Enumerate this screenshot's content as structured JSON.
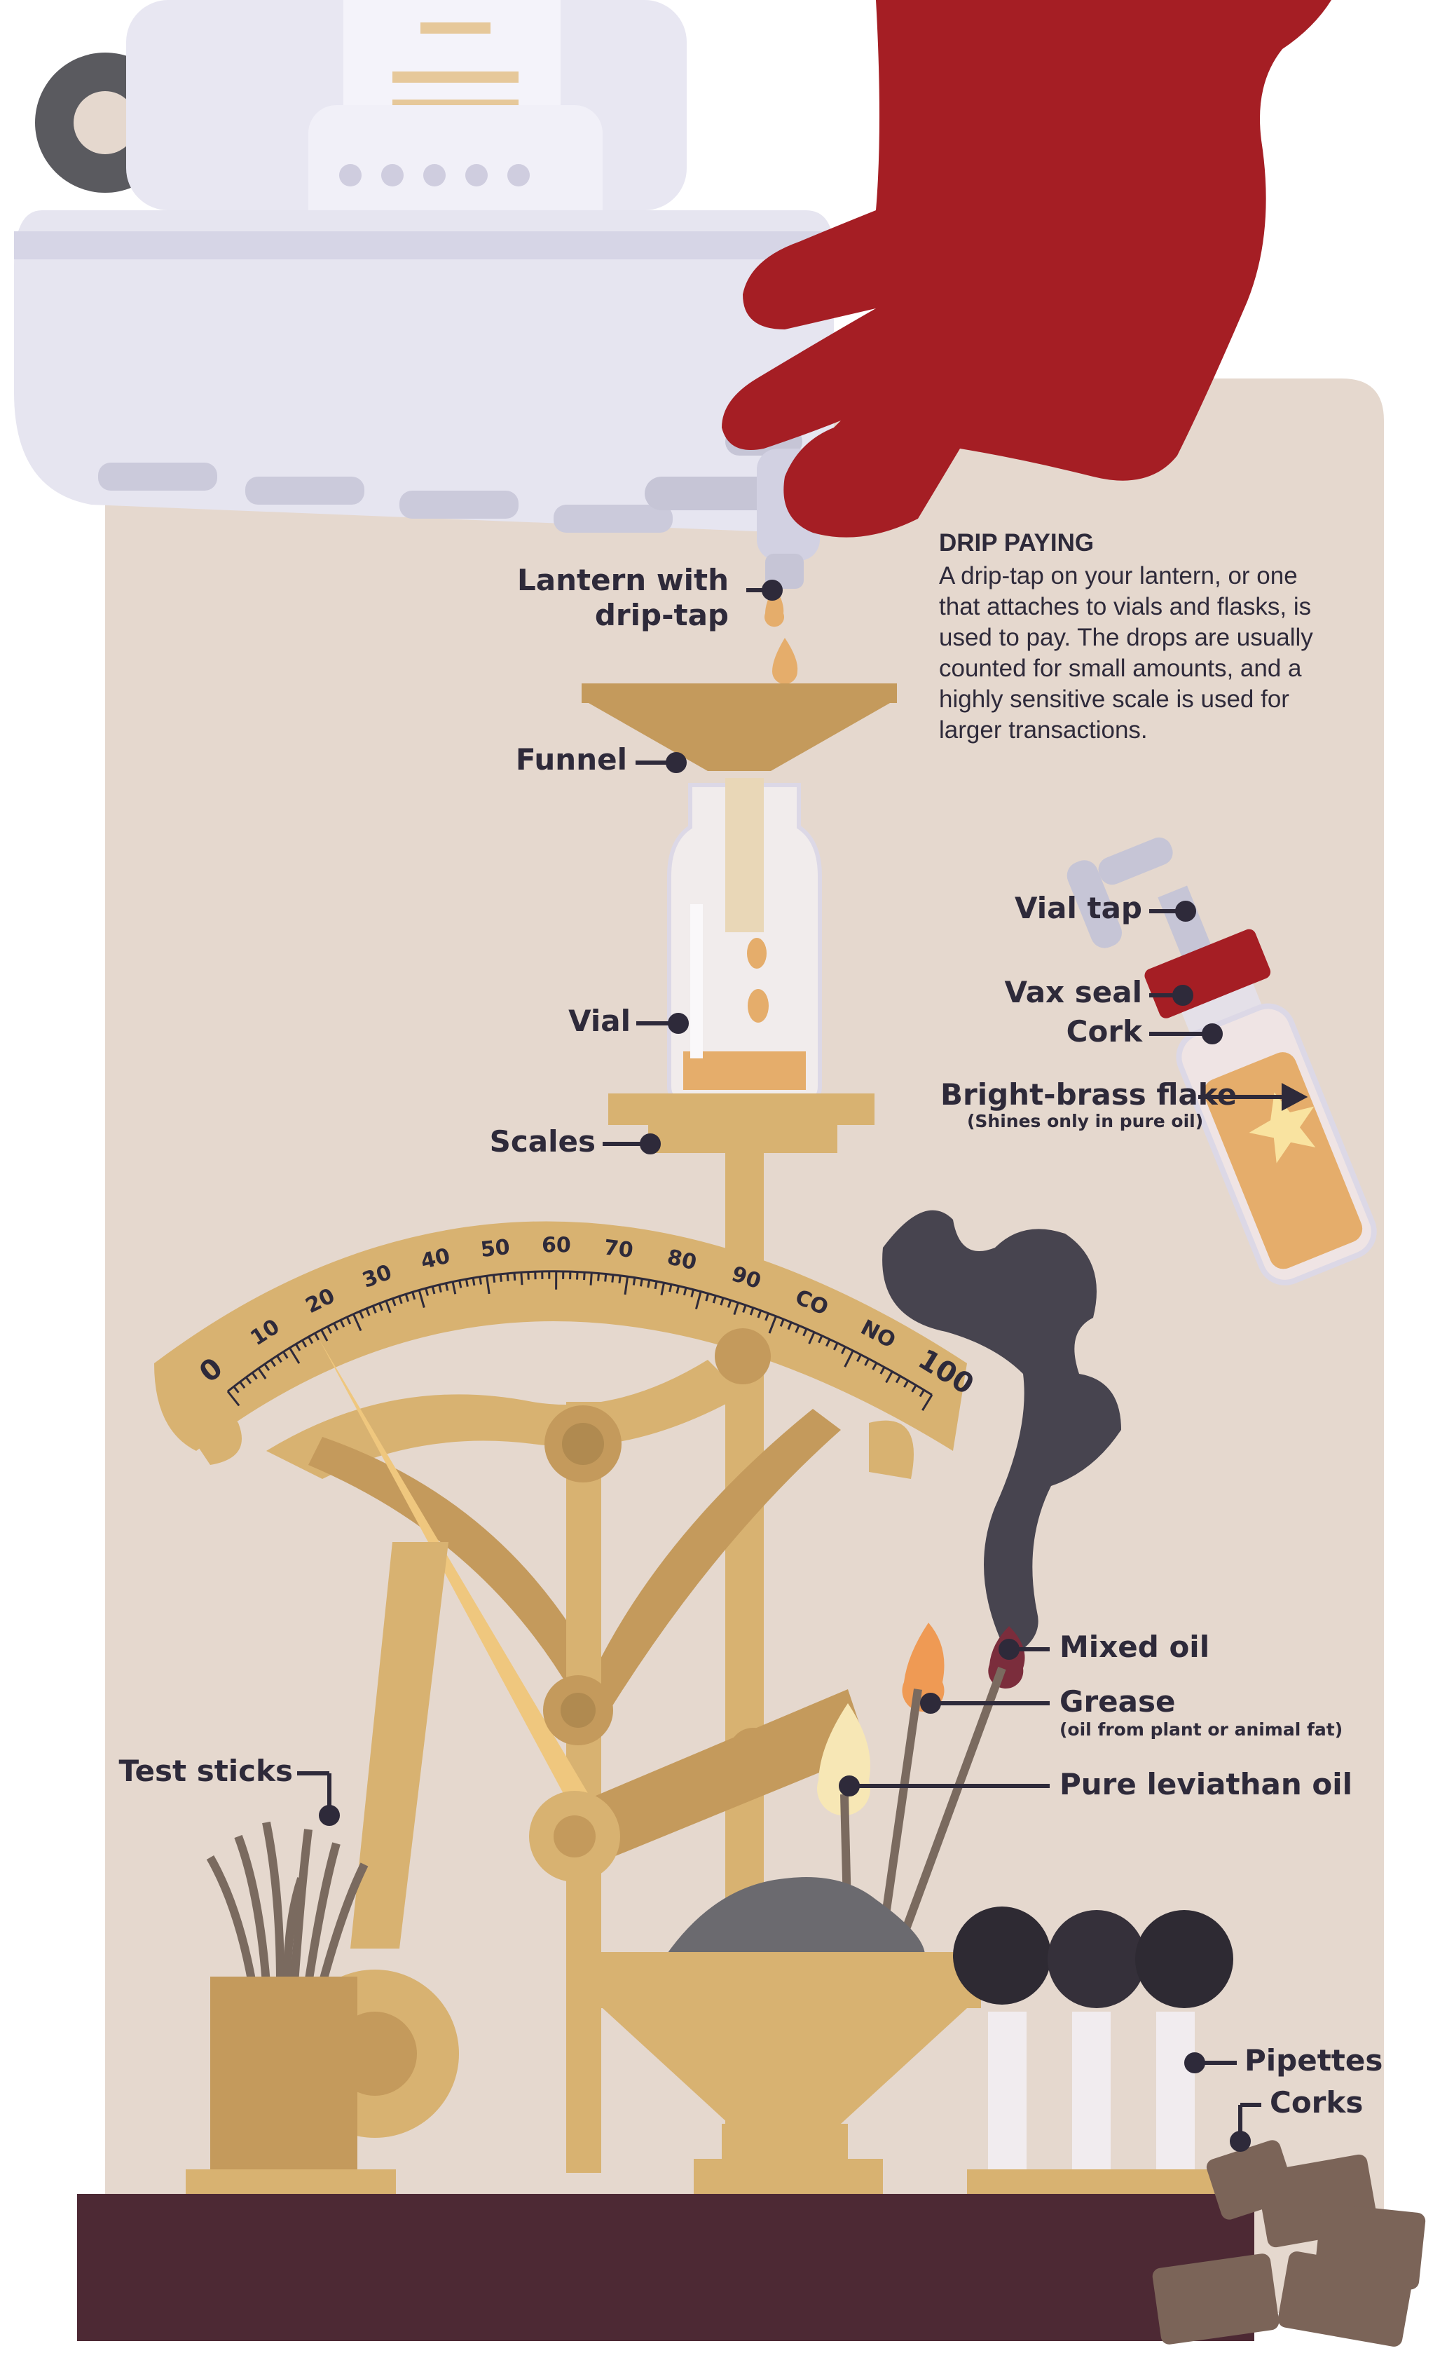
{
  "info": {
    "title": "DRIP PAYING",
    "lines": [
      "A drip-tap on your lantern, or one",
      "that attaches to vials and flasks, is",
      "used to pay. The drops are usually",
      "counted for small amounts, and a",
      "highly sensitive scale is used for",
      "larger transactions."
    ]
  },
  "labels": {
    "lantern_l1": "Lantern with",
    "lantern_l2": "drip-tap",
    "funnel": "Funnel",
    "vial": "Vial",
    "scales": "Scales",
    "vial_tap": "Vial tap",
    "vax_seal": "Vax seal",
    "cork": "Cork",
    "brass_flake": "Bright-brass flake",
    "brass_flake_note": "(Shines only in pure oil)",
    "mixed_oil": "Mixed oil",
    "grease": "Grease",
    "grease_note": "(oil from plant or animal fat)",
    "pure_oil": "Pure leviathan oil",
    "test_sticks": "Test sticks",
    "pipettes": "Pipettes",
    "corks": "Corks"
  },
  "scale_dial": {
    "marks": [
      "0",
      "10",
      "20",
      "30",
      "40",
      "50",
      "60",
      "70",
      "80",
      "90",
      "CO",
      "NO",
      "100"
    ]
  },
  "colors": {
    "background_panel": "#e5d8ce",
    "brass": "#d8b271",
    "brass_dark": "#c49a5c",
    "glove": "#a51e24",
    "lantern": "#e4e3ef",
    "oil": "#e5ad6b",
    "base": "#4d2934",
    "label": "#2e2a3a"
  }
}
